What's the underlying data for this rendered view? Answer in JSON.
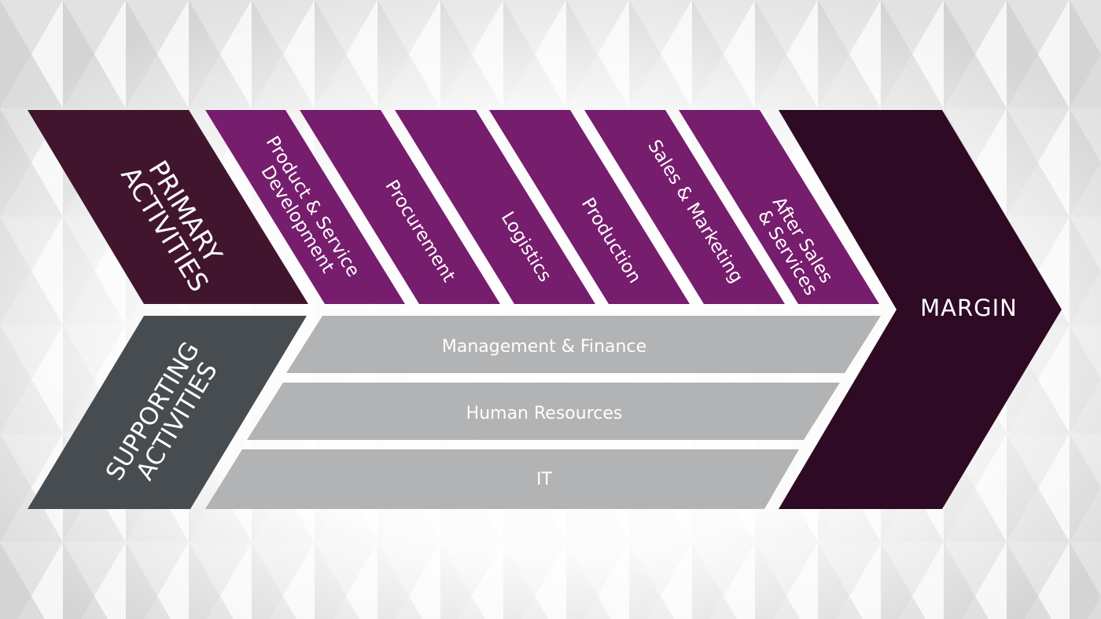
{
  "diagram": {
    "primary_label": [
      "PRIMARY",
      "ACTIVITIES"
    ],
    "supporting_label": [
      "SUPPORTING",
      "ACTIVITIES"
    ],
    "margin_label": "MARGIN",
    "primary_activities": [
      [
        "Product & Service",
        "Development"
      ],
      [
        "Procurement"
      ],
      [
        "Logistics"
      ],
      [
        "Production"
      ],
      [
        "Sales & Marketing"
      ],
      [
        "After Sales",
        "& Services"
      ]
    ],
    "support_activities": [
      "Management & Finance",
      "Human Resources",
      "IT"
    ]
  },
  "colors": {
    "primary_header": "#42152f",
    "activity": "#761d6d",
    "support_header": "#474c50",
    "support_band": "#b2b3b5",
    "margin": "#2f0a24",
    "text": "#ffffff"
  }
}
